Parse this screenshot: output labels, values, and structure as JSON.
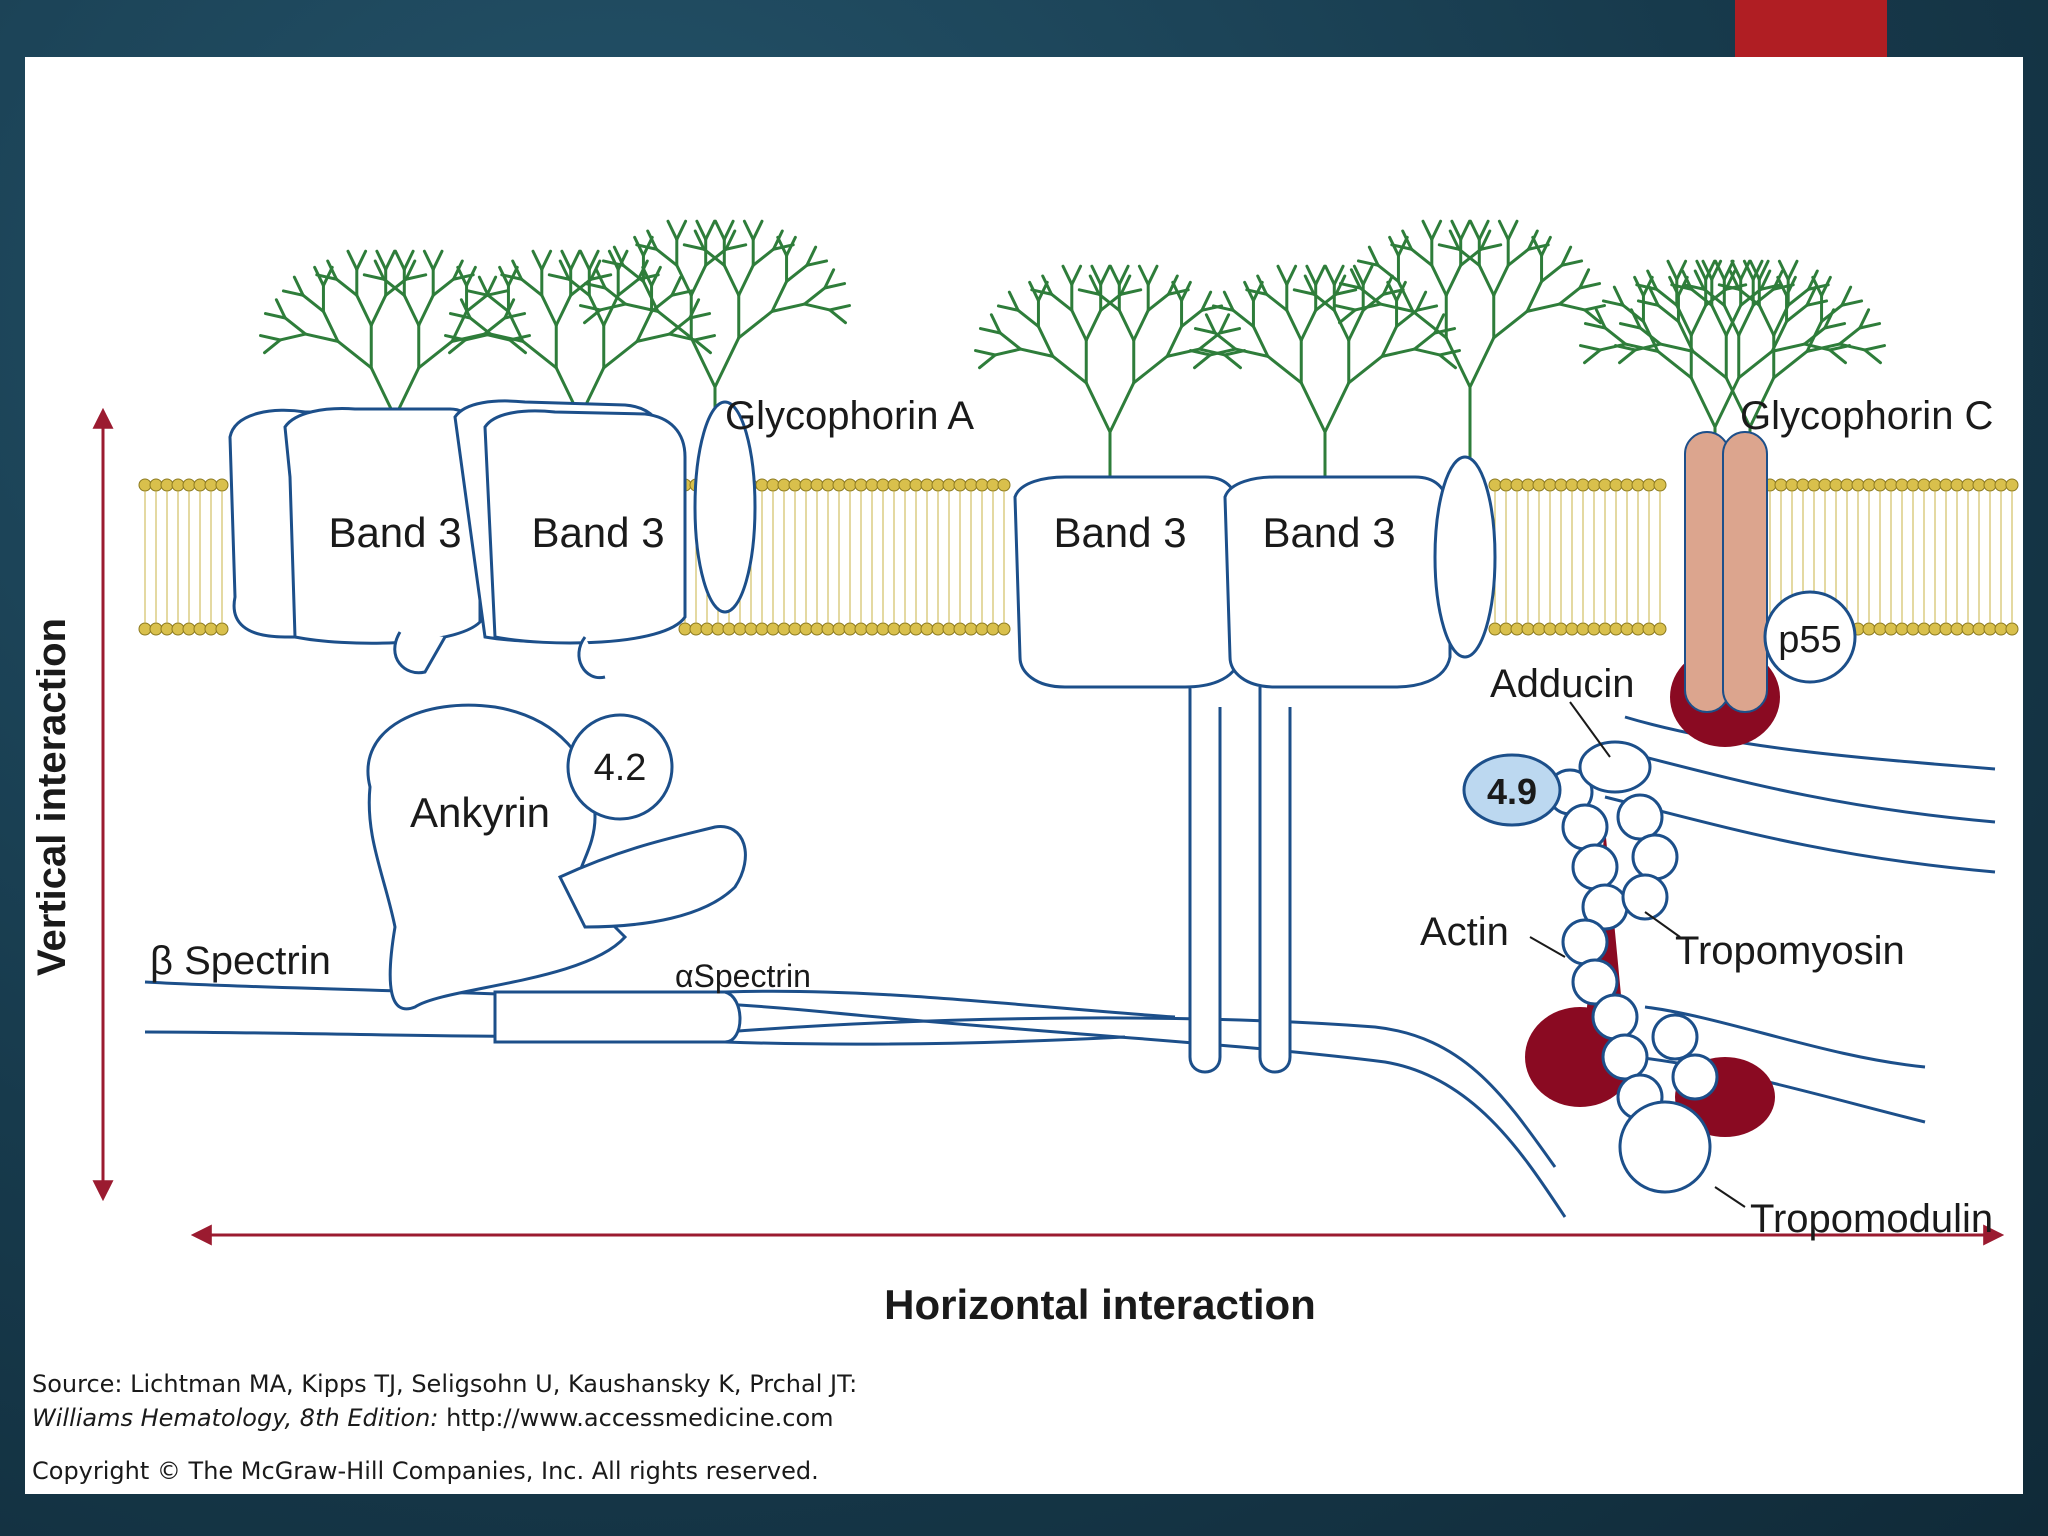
{
  "labels": {
    "band3_1": "Band 3",
    "band3_2": "Band 3",
    "band3_3": "Band 3",
    "band3_4": "Band 3",
    "glycophorin_a": "Glycophorin A",
    "glycophorin_c": "Glycophorin C",
    "ankyrin": "Ankyrin",
    "protein_42": "4.2",
    "beta_spectrin": "β Spectrin",
    "alpha_spectrin": "αSpectrin",
    "adducin": "Adducin",
    "p55": "p55",
    "protein_49": "4.9",
    "actin": "Actin",
    "tropomyosin": "Tropomyosin",
    "tropomodulin": "Tropomodulin",
    "vertical_interaction": "Vertical interaction",
    "horizontal_interaction": "Horizontal interaction"
  },
  "source": {
    "line1": "Source: Lichtman MA, Kipps TJ, Seligsohn U, Kaushansky K, Prchal JT:",
    "line2_italic": "Williams Hematology, 8th Edition:",
    "line2_url": " http://www.accessmedicine.com",
    "copyright": "Copyright © The McGraw-Hill Companies, Inc. All rights reserved."
  },
  "colors": {
    "outline": "#1c4f8a",
    "glycan": "#2e7d3a",
    "arrow": "#9b1b30",
    "lipid_head": "#d9c04c",
    "glycophorin_c_fill": "#dca58e",
    "dark_red": "#8a0a22",
    "protein_49_fill": "#bcd8f0",
    "accent": "#b01e23"
  }
}
